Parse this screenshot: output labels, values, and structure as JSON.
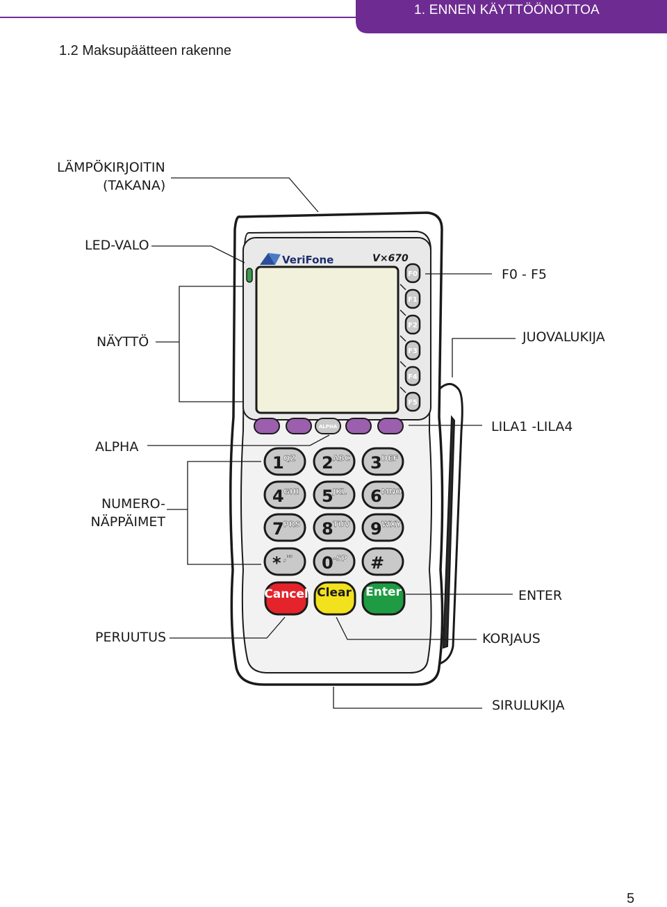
{
  "header": {
    "chapter": "1. ENNEN KÄYTTÖÖNOTTOA",
    "accent_color": "#6e2c92"
  },
  "section": {
    "title": "1.2 Maksupäätteen rakenne"
  },
  "device": {
    "brand": "VeriFone",
    "model": "V×670",
    "function_keys": [
      "F0",
      "F1",
      "F2",
      "F3",
      "F4",
      "F5"
    ],
    "alpha_key": "ALPHA",
    "keypad": [
      {
        "digit": "1",
        "letters": "QZ"
      },
      {
        "digit": "2",
        "letters": "ABC"
      },
      {
        "digit": "3",
        "letters": "DEF"
      },
      {
        "digit": "4",
        "letters": "GHI"
      },
      {
        "digit": "5",
        "letters": "JKL"
      },
      {
        "digit": "6",
        "letters": "MNO"
      },
      {
        "digit": "7",
        "letters": "PRS"
      },
      {
        "digit": "8",
        "letters": "TUV"
      },
      {
        "digit": "9",
        "letters": "WXY"
      },
      {
        "digit": "*",
        "letters": ",'\""
      },
      {
        "digit": "0",
        "letters": "-SP"
      },
      {
        "digit": "#",
        "letters": ""
      }
    ],
    "cancel_label": "Cancel",
    "clear_label": "Clear",
    "enter_label": "Enter",
    "colors": {
      "purple_key": "#9b5fae",
      "cancel": "#e5232b",
      "clear": "#f2e21d",
      "enter": "#1f9b43",
      "screen": "#f1f1dc",
      "key_gray": "#c9c9c9"
    }
  },
  "labels": {
    "printer_line1": "LÄMPÖKIRJOITIN",
    "printer_line2": "(TAKANA)",
    "led": "LED-VALO",
    "display": "NÄYTTÖ",
    "alpha": "ALPHA",
    "numeric_line1": "NUMERO-",
    "numeric_line2": "NÄPPÄIMET",
    "cancel": "PERUUTUS",
    "fkeys": "F0 - F5",
    "stripe_reader": "JUOVALUKIJA",
    "purple_keys": "LILA1 -LILA4",
    "enter": "ENTER",
    "clear": "KORJAUS",
    "chip_reader": "SIRULUKIJA"
  },
  "page_number": "5"
}
